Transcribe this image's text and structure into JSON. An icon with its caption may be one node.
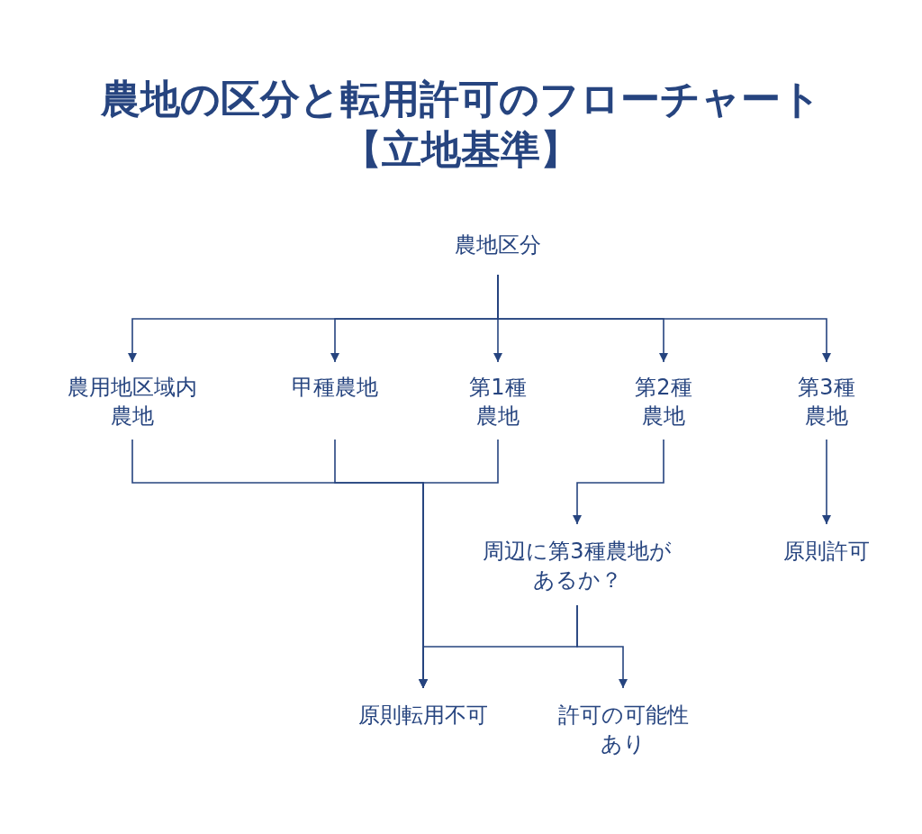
{
  "diagram": {
    "title": "農地の区分と転用許可のフローチャート【立地基準】",
    "nodes": [
      {
        "text": [
          "農地区分"
        ]
      },
      {
        "text": [
          "農用地区域内農地"
        ]
      },
      {
        "text": [
          "甲種農地"
        ]
      },
      {
        "text": [
          "第1種農地"
        ]
      },
      {
        "text": [
          "第2種農地"
        ]
      },
      {
        "text": [
          "第3種農地"
        ]
      },
      {
        "text": [
          "周辺に第3種農地があるか？"
        ]
      },
      {
        "text": [
          "原則許可"
        ]
      },
      {
        "text": [
          "原則転用不可"
        ]
      },
      {
        "text": [
          "許可の可能性あり"
        ]
      }
    ],
    "edges": [
      {
        "from": 0,
        "to": 1,
        "arrow": "to"
      },
      {
        "from": 0,
        "to": 2,
        "arrow": "to"
      },
      {
        "from": 0,
        "to": 3,
        "arrow": "to"
      },
      {
        "from": 0,
        "to": 4,
        "arrow": "to"
      },
      {
        "from": 0,
        "to": 5,
        "arrow": "to"
      },
      {
        "from": 1,
        "to": 8,
        "arrow": "to"
      },
      {
        "from": 2,
        "to": 8,
        "arrow": "to"
      },
      {
        "from": 3,
        "to": 8,
        "arrow": "to"
      },
      {
        "from": 4,
        "to": 6,
        "arrow": "to"
      },
      {
        "from": 5,
        "to": 7,
        "arrow": "to"
      },
      {
        "from": 6,
        "to": 8,
        "arrow": "to"
      },
      {
        "from": 6,
        "to": 9,
        "arrow": "to"
      }
    ]
  }
}
